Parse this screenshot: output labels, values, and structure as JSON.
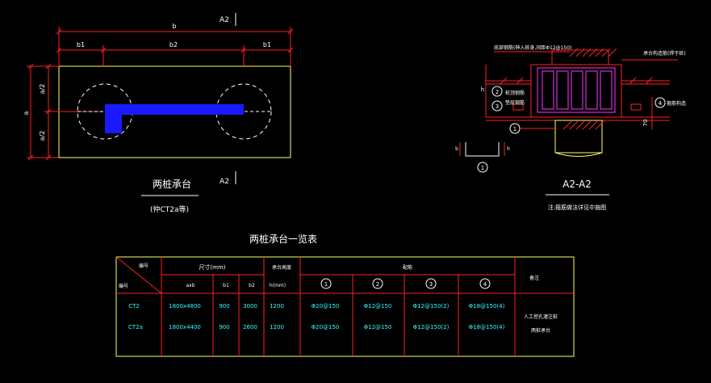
{
  "colors": {
    "background": "#000000",
    "outline": "#ffff66",
    "dimension": "#ff2020",
    "label": "#ffffff",
    "cyan": "#33ffff",
    "beam": "#1a1aff",
    "rebar": "#ff33ff",
    "hatch": "#ff2020"
  },
  "plan": {
    "section_mark_top": "A2",
    "section_mark_bottom": "A2",
    "dim_total": "b",
    "dim_b1_left": "b1",
    "dim_b2": "b2",
    "dim_b1_right": "b1",
    "dim_a": "a",
    "dim_a2_top": "a/2",
    "dim_a2_bottom": "a/2",
    "title": "两桩承台",
    "subtitle": "(仲CT2a等)"
  },
  "section": {
    "note_top": "底部钢筋(伸入桩身,间距Φ12@150)",
    "label_right_top": "承台构造筋(焊于桩)",
    "label_left_mid": "桩顶钢筋",
    "label_left_low": "垫层钢筋",
    "label_right_low": "箍筋构造",
    "markers": [
      "2",
      "3",
      "1",
      "4"
    ],
    "dim_h": "h",
    "dim_70": "70",
    "title": "A2-A2",
    "note_bottom": "注:箍筋做法详见中施图",
    "detail_marker": "1",
    "detail_dim_left": "b",
    "detail_dim_right": "h"
  },
  "table": {
    "title": "两桩承台一览表",
    "header": {
      "diag_top": "编号",
      "diag_bottom": "编号",
      "size": "尺寸(mm)",
      "height": "承台高度",
      "height_unit": "h(mm)",
      "rebar": "配筋",
      "remark": "备注",
      "col_axb": "axb",
      "col_b1": "b1",
      "col_b2": "b2",
      "num1": "1",
      "num2": "2",
      "num3": "3",
      "num4": "4"
    },
    "rows": [
      {
        "id": "CT2",
        "axb": "1800x4800",
        "b1": "900",
        "b2": "3000",
        "h": "1200",
        "r1": "Φ20@150",
        "r2": "Φ12@150",
        "r3": "Φ12@150(2)",
        "r4": "Φ18@150(4)"
      },
      {
        "id": "CT2a",
        "axb": "1800x4400",
        "b1": "900",
        "b2": "2600",
        "h": "1200",
        "r1": "Φ20@150",
        "r2": "Φ12@150",
        "r3": "Φ12@150(2)",
        "r4": "Φ18@150(4)"
      }
    ],
    "remark_line1": "人工挖孔灌注桩",
    "remark_line2": "两桩承台"
  }
}
